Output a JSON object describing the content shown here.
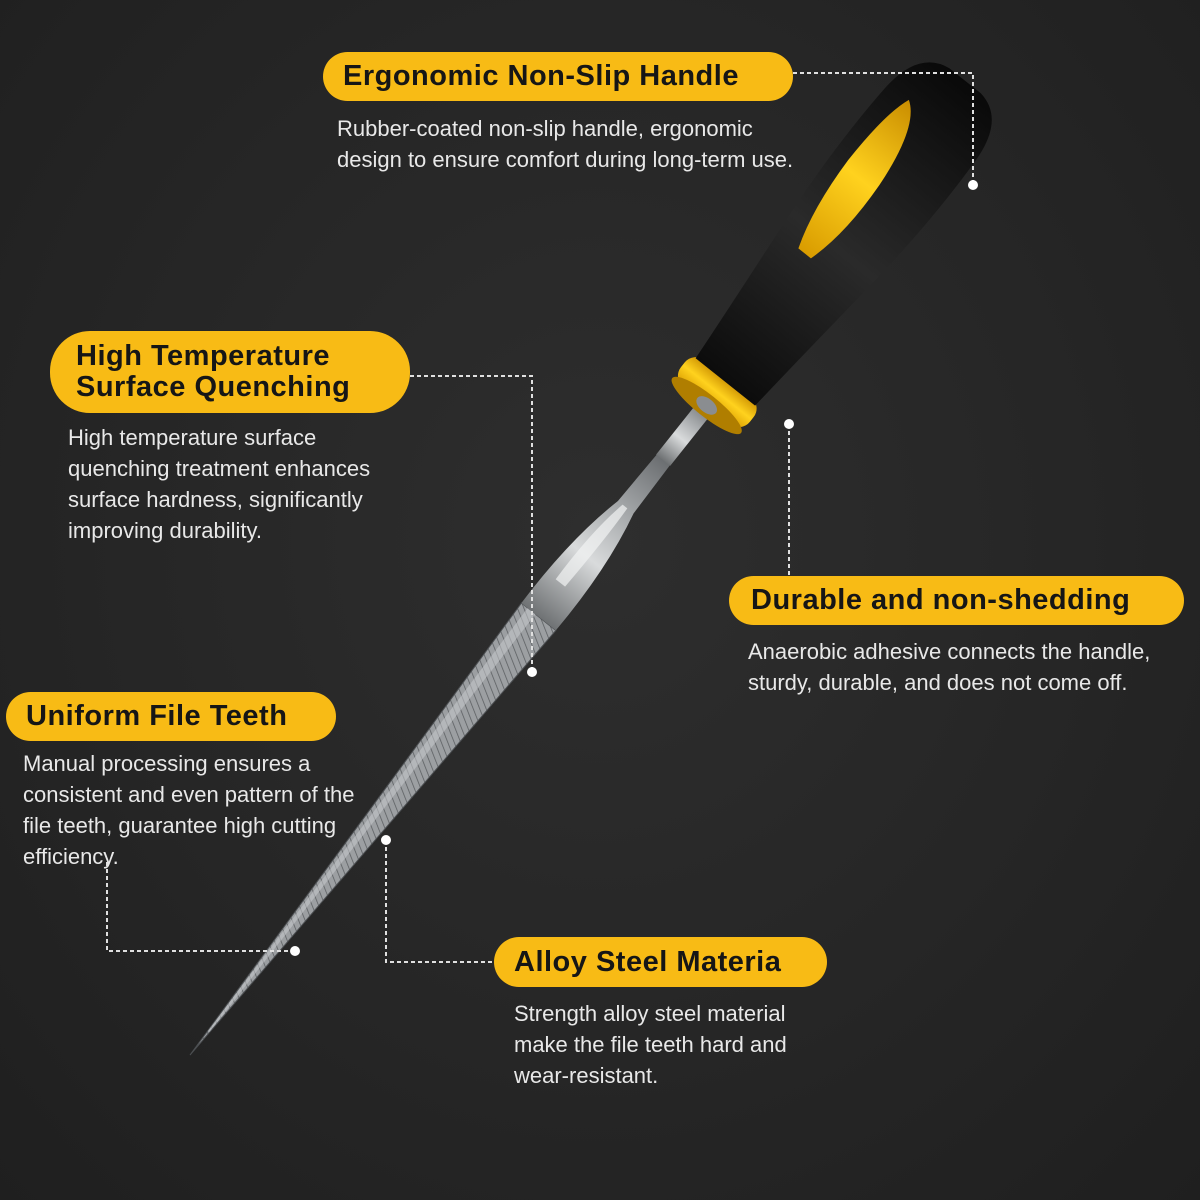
{
  "features": [
    {
      "id": "handle",
      "title": "Ergonomic Non-Slip Handle",
      "description": "Rubber-coated non-slip handle, ergonomic design to ensure comfort during long-term use."
    },
    {
      "id": "quenching",
      "title_line1": "High Temperature",
      "title_line2": "Surface Quenching",
      "description": "High temperature surface quenching treatment enhances surface hardness, significantly improving durability."
    },
    {
      "id": "durable",
      "title": "Durable and non-shedding",
      "description": "Anaerobic adhesive connects the handle, sturdy, durable, and does not come off."
    },
    {
      "id": "teeth",
      "title": "Uniform File Teeth",
      "description": "Manual processing ensures a consistent and even pattern of the file teeth, guarantee high cutting efficiency."
    },
    {
      "id": "steel",
      "title": "Alloy Steel Materia",
      "description": "Strength alloy steel material make the file teeth hard and wear-resistant."
    }
  ],
  "colors": {
    "background": "#262626",
    "accent_yellow": "#f8bb15",
    "handle_black": "#141414",
    "steel": "#b9bcbe",
    "text": "#e8e8e8"
  }
}
